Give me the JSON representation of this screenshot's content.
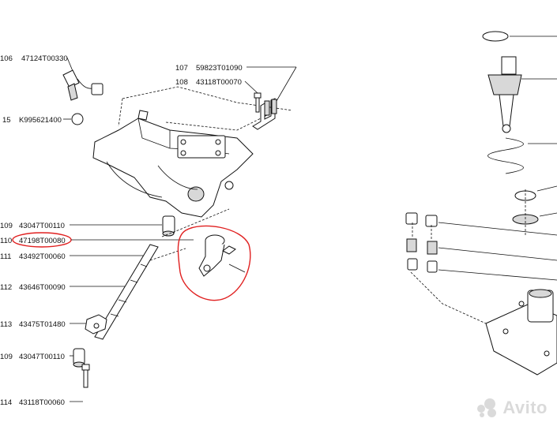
{
  "labels_left": [
    {
      "id": "106",
      "part": "47124T00330"
    },
    {
      "id": "15",
      "part": "K995621400"
    },
    {
      "id": "109",
      "part": "43047T00110"
    },
    {
      "id": "110",
      "part": "47198T00080"
    },
    {
      "id": "111",
      "part": "43492T00060"
    },
    {
      "id": "112",
      "part": "43646T00090"
    },
    {
      "id": "113",
      "part": "43475T01480"
    },
    {
      "id": "109",
      "part": "43047T00110"
    },
    {
      "id": "114",
      "part": "43118T00060"
    }
  ],
  "labels_top": [
    {
      "id": "107",
      "part": "59823T01090"
    },
    {
      "id": "108",
      "part": "43118T00070"
    }
  ],
  "highlighted_part": "47198T00080",
  "watermark": "Avito",
  "colors": {
    "highlight": "#e02020",
    "lines": "#111111"
  }
}
